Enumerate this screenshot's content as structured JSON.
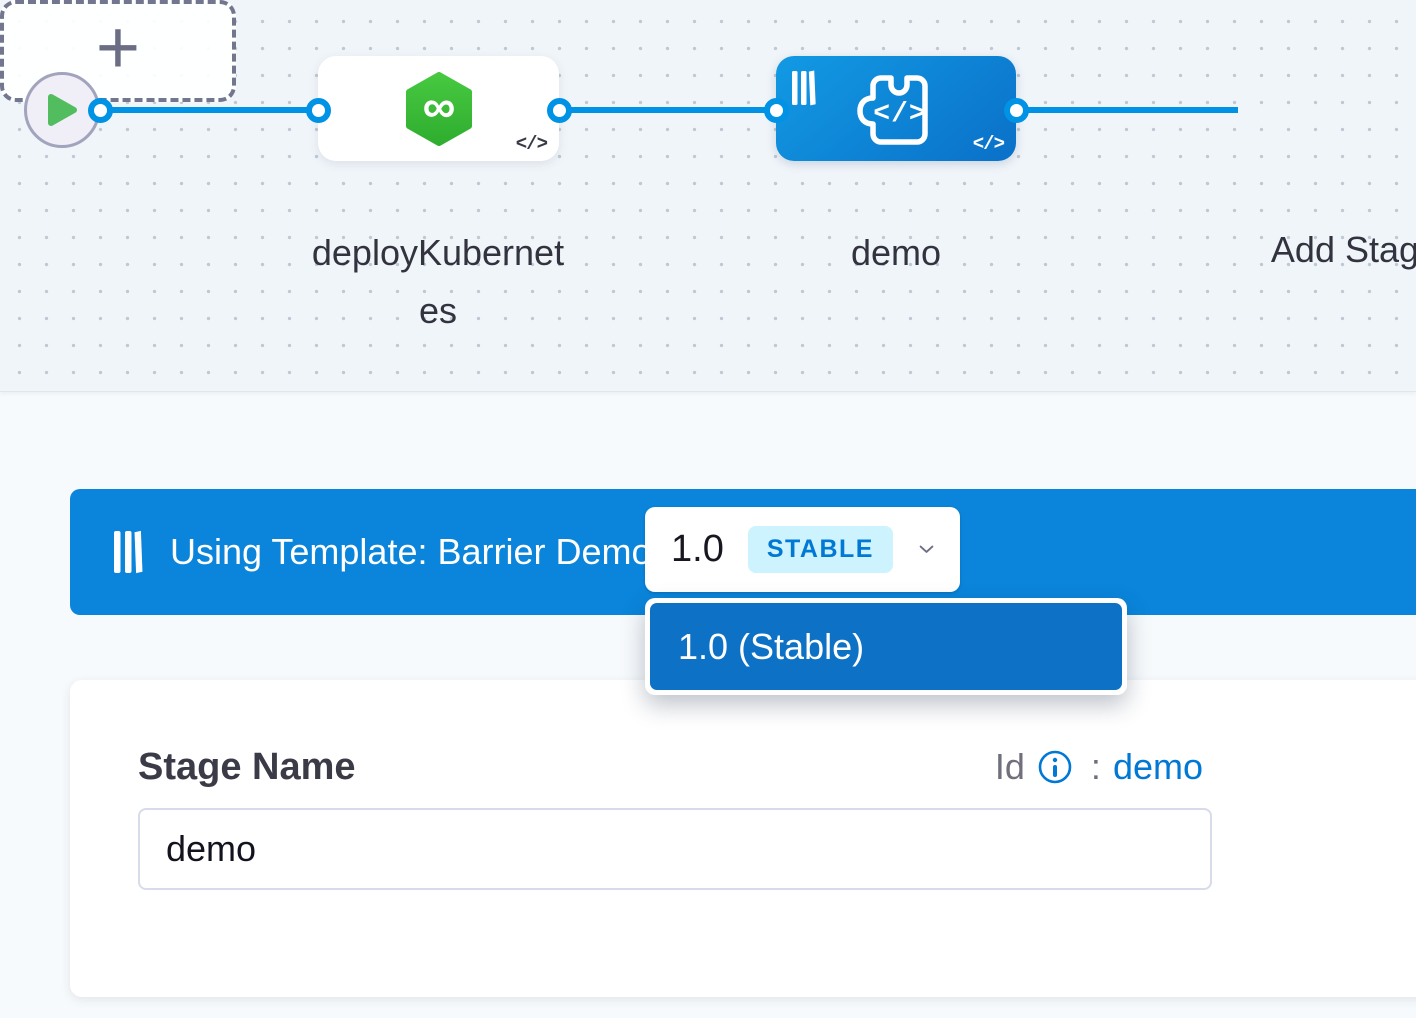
{
  "colors": {
    "edge_blue": "#0092e4",
    "banner_blue": "#0a85db",
    "dropdown_item_blue": "#0d71c5",
    "selected_stage_gradient": [
      "#129ae4",
      "#0a70c8"
    ],
    "badge_bg": "#cdf3fe",
    "badge_text": "#0278d5",
    "cd_hexagon_green": "#3cbe3a",
    "play_green": "#52bd5f",
    "link_blue": "#0278d5"
  },
  "canvas": {
    "stage1_label": "deployKubernetes",
    "stage2_label": "demo",
    "add_stage_label": "Add Stage",
    "code_glyph": "</>",
    "infinity_glyph": "∞",
    "plus_glyph": "+",
    "custom_stage_glyph": "</>"
  },
  "template_banner": {
    "text": "Using Template: Barrier Demo",
    "version": "1.0",
    "badge": "STABLE"
  },
  "version_dropdown": {
    "selected_item": "1.0 (Stable)"
  },
  "form": {
    "stage_name_label": "Stage Name",
    "id_label": "Id",
    "id_separator": ":",
    "id_value": "demo",
    "stage_name_value": "demo"
  }
}
